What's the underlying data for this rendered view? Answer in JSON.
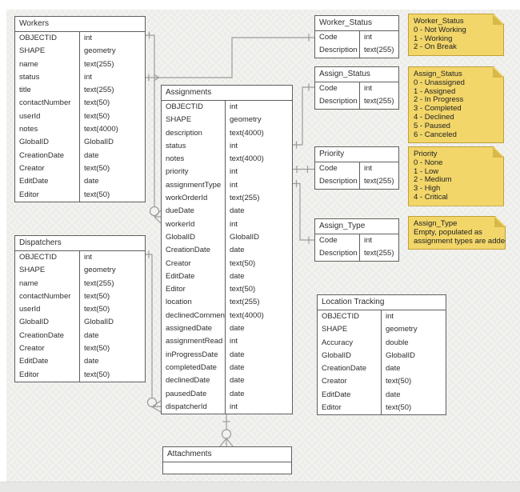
{
  "tables": {
    "workers": {
      "title": "Workers",
      "fields": [
        {
          "name": "OBJECTID",
          "type": "int"
        },
        {
          "name": "SHAPE",
          "type": "geometry"
        },
        {
          "name": "name",
          "type": "text(255)"
        },
        {
          "name": "status",
          "type": "int"
        },
        {
          "name": "title",
          "type": "text(255)"
        },
        {
          "name": "contactNumber",
          "type": "text(50)"
        },
        {
          "name": "userId",
          "type": "text(50)"
        },
        {
          "name": "notes",
          "type": "text(4000)"
        },
        {
          "name": "GlobalID",
          "type": "GlobalID"
        },
        {
          "name": "CreationDate",
          "type": "date"
        },
        {
          "name": "Creator",
          "type": "text(50)"
        },
        {
          "name": "EditDate",
          "type": "date"
        },
        {
          "name": "Editor",
          "type": "text(50)"
        }
      ]
    },
    "dispatchers": {
      "title": "Dispatchers",
      "fields": [
        {
          "name": "OBJECTID",
          "type": "int"
        },
        {
          "name": "SHAPE",
          "type": "geometry"
        },
        {
          "name": "name",
          "type": "text(255)"
        },
        {
          "name": "contactNumber",
          "type": "text(50)"
        },
        {
          "name": "userId",
          "type": "text(50)"
        },
        {
          "name": "GlobalID",
          "type": "GlobalID"
        },
        {
          "name": "CreationDate",
          "type": "date"
        },
        {
          "name": "Creator",
          "type": "text(50)"
        },
        {
          "name": "EditDate",
          "type": "date"
        },
        {
          "name": "Editor",
          "type": "text(50)"
        }
      ]
    },
    "assignments": {
      "title": "Assignments",
      "fields": [
        {
          "name": "OBJECTID",
          "type": "int"
        },
        {
          "name": "SHAPE",
          "type": "geometry"
        },
        {
          "name": "description",
          "type": "text(4000)"
        },
        {
          "name": "status",
          "type": "int"
        },
        {
          "name": "notes",
          "type": "text(4000)"
        },
        {
          "name": "priority",
          "type": "int"
        },
        {
          "name": "assignmentType",
          "type": "int"
        },
        {
          "name": "workOrderId",
          "type": "text(255)"
        },
        {
          "name": "dueDate",
          "type": "date"
        },
        {
          "name": "workerId",
          "type": "int"
        },
        {
          "name": "GlobalID",
          "type": "GlobalID"
        },
        {
          "name": "CreationDate",
          "type": "date"
        },
        {
          "name": "Creator",
          "type": "text(50)"
        },
        {
          "name": "EditDate",
          "type": "date"
        },
        {
          "name": "Editor",
          "type": "text(50)"
        },
        {
          "name": "location",
          "type": "text(255)"
        },
        {
          "name": "declinedComment",
          "type": "text(4000)"
        },
        {
          "name": "assignedDate",
          "type": "date"
        },
        {
          "name": "assignmentRead",
          "type": "int"
        },
        {
          "name": "inProgressDate",
          "type": "date"
        },
        {
          "name": "completedDate",
          "type": "date"
        },
        {
          "name": "declinedDate",
          "type": "date"
        },
        {
          "name": "pausedDate",
          "type": "date"
        },
        {
          "name": "dispatcherId",
          "type": "int"
        }
      ]
    },
    "worker_status": {
      "title": "Worker_Status",
      "fields": [
        {
          "name": "Code",
          "type": "int"
        },
        {
          "name": "Description",
          "type": "text(255)"
        }
      ]
    },
    "assign_status": {
      "title": "Assign_Status",
      "fields": [
        {
          "name": "Code",
          "type": "int"
        },
        {
          "name": "Description",
          "type": "text(255)"
        }
      ]
    },
    "priority": {
      "title": "Priority",
      "fields": [
        {
          "name": "Code",
          "type": "int"
        },
        {
          "name": "Description",
          "type": "text(255)"
        }
      ]
    },
    "assign_type": {
      "title": "Assign_Type",
      "fields": [
        {
          "name": "Code",
          "type": "int"
        },
        {
          "name": "Description",
          "type": "text(255)"
        }
      ]
    },
    "location_tracking": {
      "title": "Location Tracking",
      "fields": [
        {
          "name": "OBJECTID",
          "type": "int"
        },
        {
          "name": "SHAPE",
          "type": "geometry"
        },
        {
          "name": "Accuracy",
          "type": "double"
        },
        {
          "name": "GlobalID",
          "type": "GlobalID"
        },
        {
          "name": "CreationDate",
          "type": "date"
        },
        {
          "name": "Creator",
          "type": "text(50)"
        },
        {
          "name": "EditDate",
          "type": "date"
        },
        {
          "name": "Editor",
          "type": "text(50)"
        }
      ]
    },
    "attachments": {
      "title": "Attachments",
      "fields": []
    }
  },
  "notes": {
    "worker_status": {
      "title": "Worker_Status",
      "lines": [
        "0 - Not Working",
        "1 - Working",
        "2 - On Break"
      ]
    },
    "assign_status": {
      "title": "Assign_Status",
      "lines": [
        "0 - Unassigned",
        "1 - Assigned",
        "2 - In Progress",
        "3 - Completed",
        "4 - Declined",
        "5 - Paused",
        "6 - Canceled"
      ]
    },
    "priority": {
      "title": "Priority",
      "lines": [
        "0 - None",
        "1 - Low",
        "2 - Medium",
        "3 - High",
        "4 - Critical"
      ]
    },
    "assign_type": {
      "title": "Assign_Type",
      "lines": [
        "Empty, populated as",
        "assignment types are added"
      ]
    }
  },
  "colors": {
    "note_fill": "#f2d669",
    "note_border": "#bfa03a",
    "note_fold": "#d9b84a",
    "table_border": "#5f5f5f",
    "connector": "#9b9b9b",
    "canvas": "#f2f2f0"
  }
}
